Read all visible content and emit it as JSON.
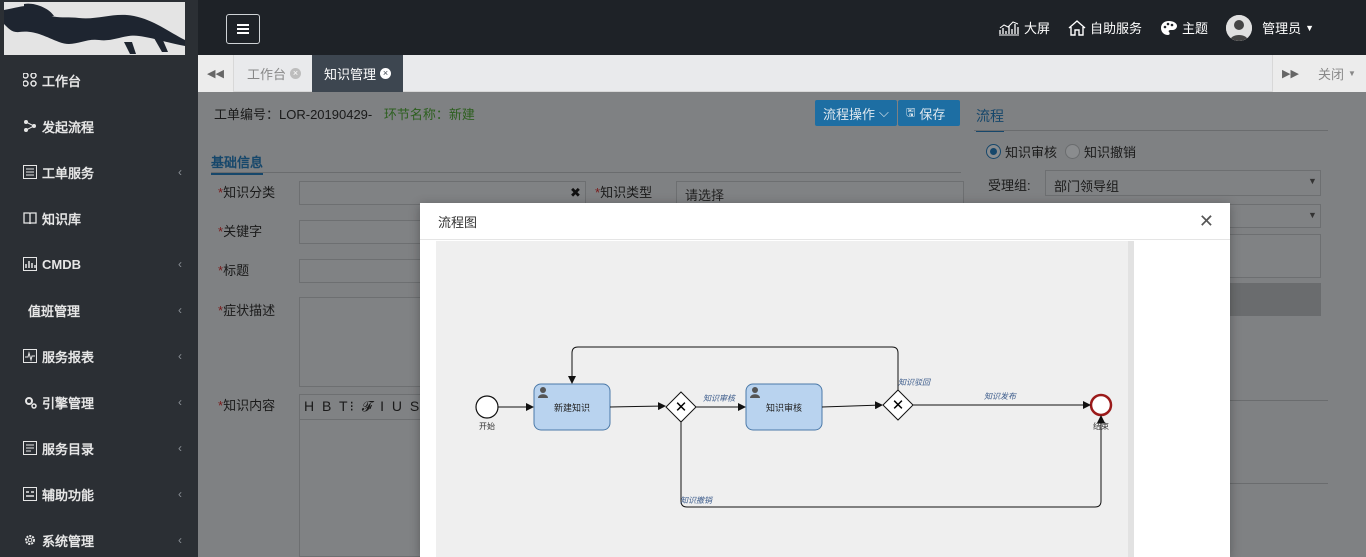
{
  "topbar": {
    "big_screen": "大屏",
    "self_service": "自助服务",
    "theme": "主题",
    "user": "管理员"
  },
  "sidebar": {
    "items": [
      {
        "label": "工作台",
        "icon": "grid-icon",
        "has_sub": false
      },
      {
        "label": "发起流程",
        "icon": "flow-icon",
        "has_sub": false
      },
      {
        "label": "工单服务",
        "icon": "list-icon",
        "has_sub": true
      },
      {
        "label": "知识库",
        "icon": "book-icon",
        "has_sub": false
      },
      {
        "label": "CMDB",
        "icon": "chart-icon",
        "has_sub": true
      },
      {
        "label": "值班管理",
        "icon": "",
        "has_sub": true
      },
      {
        "label": "服务报表",
        "icon": "pulse-icon",
        "has_sub": true
      },
      {
        "label": "引擎管理",
        "icon": "gear-cog-icon",
        "has_sub": true
      },
      {
        "label": "服务目录",
        "icon": "catalog-icon",
        "has_sub": true
      },
      {
        "label": "辅助功能",
        "icon": "tool-icon",
        "has_sub": true
      },
      {
        "label": "系统管理",
        "icon": "gear-icon",
        "has_sub": true
      }
    ]
  },
  "tabs": {
    "items": [
      {
        "label": "工作台"
      },
      {
        "label": "知识管理"
      }
    ],
    "close_all": "关闭"
  },
  "form": {
    "ticket_no_label": "工单编号：",
    "ticket_no": "LOR-20190429-",
    "step_label": "环节名称：",
    "step_value": "新建",
    "flow_ops": "流程操作",
    "save": "保存",
    "section_title": "基础信息",
    "fields": {
      "category": "知识分类",
      "type": "知识类型",
      "type_value": "请选择",
      "keyword": "关键字",
      "title": "标题",
      "symptom": "症状描述",
      "content": "知识内容"
    },
    "editor_tools": "H B T⁝ 𝓕 I U S"
  },
  "side": {
    "title": "流程",
    "radio1": "知识审核",
    "radio2": "知识撤销",
    "group_label": "受理组:",
    "group_value": "部门领导组"
  },
  "modal": {
    "title": "流程图",
    "diagram": {
      "start": "开始",
      "task1": "新建知识",
      "task2": "知识审核",
      "end": "结束",
      "edge_review": "知识审核",
      "edge_reject": "知识驳回",
      "edge_publish": "知识发布",
      "edge_revoke": "知识撤销"
    }
  }
}
